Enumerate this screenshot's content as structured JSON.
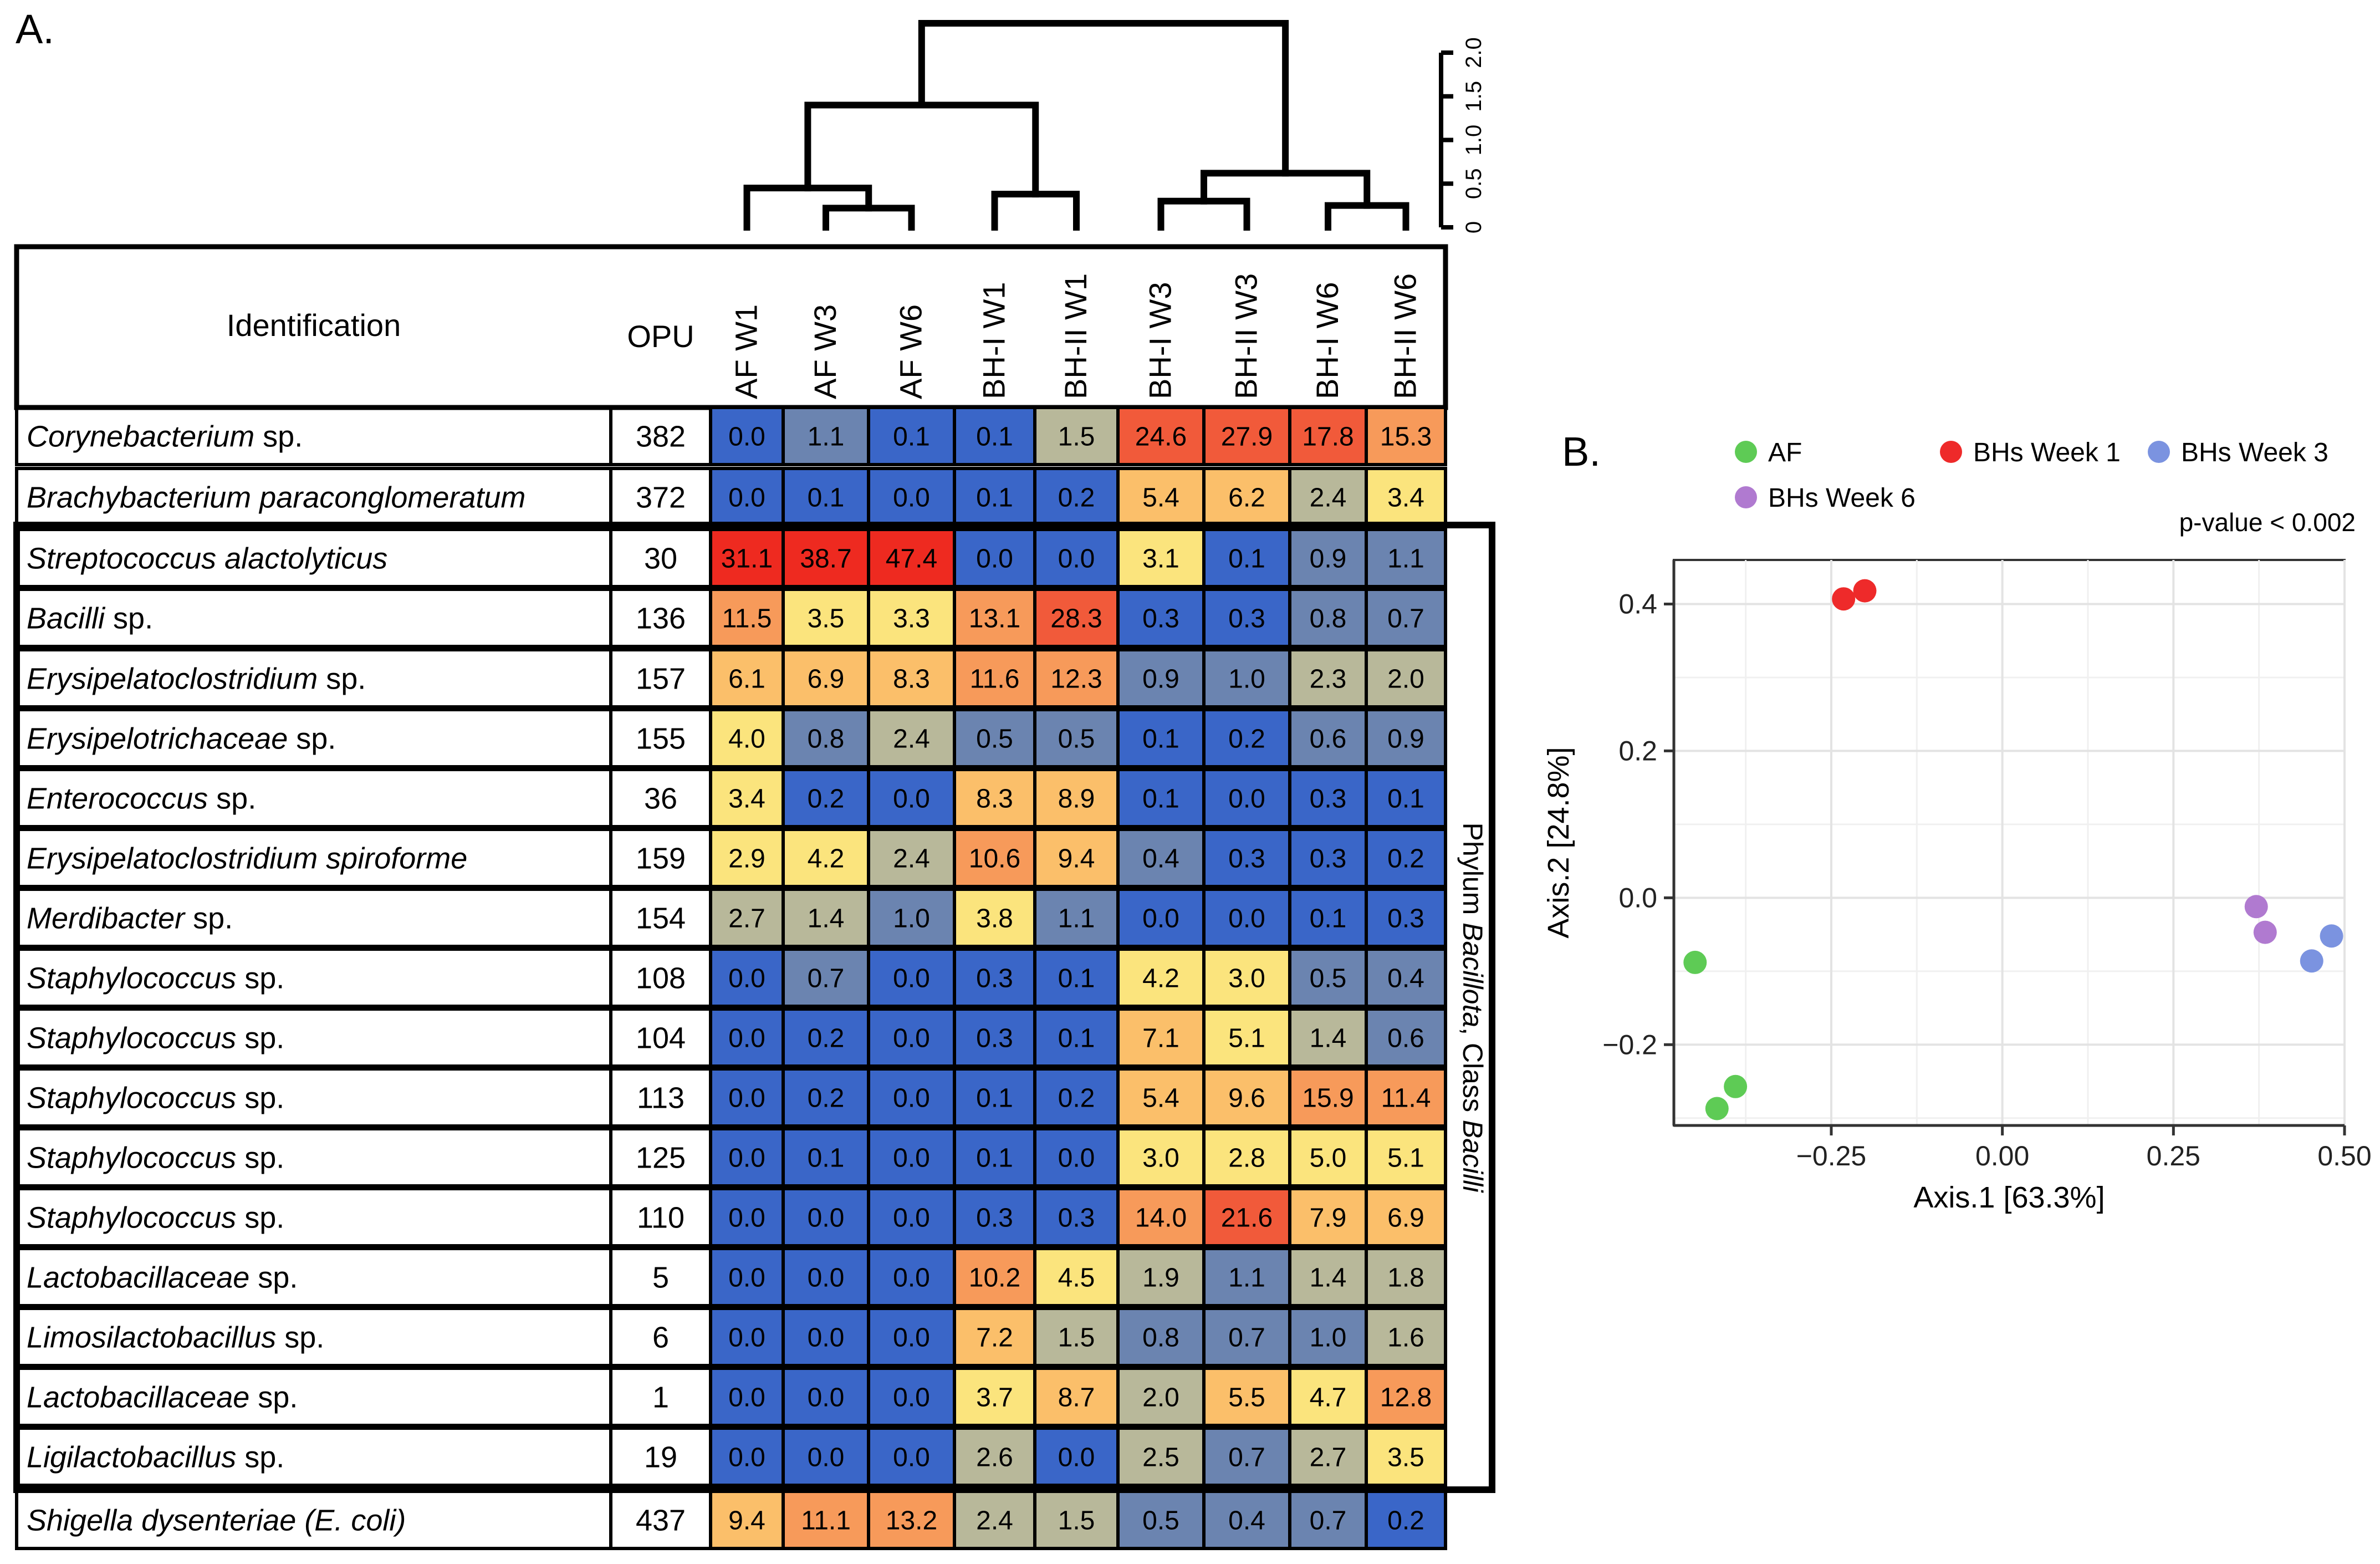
{
  "panel_a_label": "A.",
  "panel_b_label": "B.",
  "chart_data": [
    {
      "type": "heatmap",
      "table_headers": {
        "identification": "Identification",
        "opu": "OPU"
      },
      "columns": [
        "AF W1",
        "AF W3",
        "AF W6",
        "BH-I W1",
        "BH-II W1",
        "BH-I W3",
        "BH-II W3",
        "BH-I W6",
        "BH-II W6"
      ],
      "dendrogram_axis": {
        "ticks": [
          "0",
          "0.5",
          "1.0",
          "1.5",
          "2.0"
        ],
        "range": [
          0,
          2.0
        ]
      },
      "dendrogram_merges": [
        {
          "left": "AF W3",
          "right": "AF W6",
          "height": 0.22
        },
        {
          "left": "AF W1",
          "right": "AF W3+AF W6",
          "height": 0.45
        },
        {
          "left": "BH-I W1",
          "right": "BH-II W1",
          "height": 0.38
        },
        {
          "left": "AF cluster",
          "right": "BH W1 cluster",
          "height": 1.4
        },
        {
          "left": "BH-I W3",
          "right": "BH-II W3",
          "height": 0.3
        },
        {
          "left": "BH-I W6",
          "right": "BH-II W6",
          "height": 0.25
        },
        {
          "left": "W3 cluster",
          "right": "W6 cluster",
          "height": 0.62
        },
        {
          "left": "AF+W1 cluster",
          "right": "W3+W6 cluster",
          "height": 2.45
        }
      ],
      "rows": [
        {
          "name": "Corynebacterium",
          "suffix": " sp.",
          "opu": "382",
          "values": [
            "0.0",
            "1.1",
            "0.1",
            "0.1",
            "1.5",
            "24.6",
            "27.9",
            "17.8",
            "15.3"
          ]
        },
        {
          "name": "Brachybacterium paraconglomeratum",
          "suffix": "",
          "opu": "372",
          "values": [
            "0.0",
            "0.1",
            "0.0",
            "0.1",
            "0.2",
            "5.4",
            "6.2",
            "2.4",
            "3.4"
          ]
        },
        {
          "name": "Streptococcus alactolyticus",
          "suffix": "",
          "opu": "30",
          "values": [
            "31.1",
            "38.7",
            "47.4",
            "0.0",
            "0.0",
            "3.1",
            "0.1",
            "0.9",
            "1.1"
          ]
        },
        {
          "name": "Bacilli",
          "suffix": " sp.",
          "opu": "136",
          "values": [
            "11.5",
            "3.5",
            "3.3",
            "13.1",
            "28.3",
            "0.3",
            "0.3",
            "0.8",
            "0.7"
          ]
        },
        {
          "name": "Erysipelatoclostridium",
          "suffix": " sp.",
          "opu": "157",
          "values": [
            "6.1",
            "6.9",
            "8.3",
            "11.6",
            "12.3",
            "0.9",
            "1.0",
            "2.3",
            "2.0"
          ]
        },
        {
          "name": "Erysipelotrichaceae",
          "suffix": " sp.",
          "opu": "155",
          "values": [
            "4.0",
            "0.8",
            "2.4",
            "0.5",
            "0.5",
            "0.1",
            "0.2",
            "0.6",
            "0.9"
          ]
        },
        {
          "name": "Enterococcus",
          "suffix": " sp.",
          "opu": "36",
          "values": [
            "3.4",
            "0.2",
            "0.0",
            "8.3",
            "8.9",
            "0.1",
            "0.0",
            "0.3",
            "0.1"
          ]
        },
        {
          "name": "Erysipelatoclostridium spiroforme",
          "suffix": "",
          "opu": "159",
          "values": [
            "2.9",
            "4.2",
            "2.4",
            "10.6",
            "9.4",
            "0.4",
            "0.3",
            "0.3",
            "0.2"
          ]
        },
        {
          "name": "Merdibacter",
          "suffix": " sp.",
          "opu": "154",
          "values": [
            "2.7",
            "1.4",
            "1.0",
            "3.8",
            "1.1",
            "0.0",
            "0.0",
            "0.1",
            "0.3"
          ]
        },
        {
          "name": "Staphylococcus",
          "suffix": " sp.",
          "opu": "108",
          "values": [
            "0.0",
            "0.7",
            "0.0",
            "0.3",
            "0.1",
            "4.2",
            "3.0",
            "0.5",
            "0.4"
          ]
        },
        {
          "name": "Staphylococcus",
          "suffix": " sp.",
          "opu": "104",
          "values": [
            "0.0",
            "0.2",
            "0.0",
            "0.3",
            "0.1",
            "7.1",
            "5.1",
            "1.4",
            "0.6"
          ]
        },
        {
          "name": "Staphylococcus",
          "suffix": " sp.",
          "opu": "113",
          "values": [
            "0.0",
            "0.2",
            "0.0",
            "0.1",
            "0.2",
            "5.4",
            "9.6",
            "15.9",
            "11.4"
          ]
        },
        {
          "name": "Staphylococcus",
          "suffix": " sp.",
          "opu": "125",
          "values": [
            "0.0",
            "0.1",
            "0.0",
            "0.1",
            "0.0",
            "3.0",
            "2.8",
            "5.0",
            "5.1"
          ]
        },
        {
          "name": "Staphylococcus",
          "suffix": " sp.",
          "opu": "110",
          "values": [
            "0.0",
            "0.0",
            "0.0",
            "0.3",
            "0.3",
            "14.0",
            "21.6",
            "7.9",
            "6.9"
          ]
        },
        {
          "name": "Lactobacillaceae",
          "suffix": " sp.",
          "opu": "5",
          "values": [
            "0.0",
            "0.0",
            "0.0",
            "10.2",
            "4.5",
            "1.9",
            "1.1",
            "1.4",
            "1.8"
          ]
        },
        {
          "name": "Limosilactobacillus",
          "suffix": " sp.",
          "opu": "6",
          "values": [
            "0.0",
            "0.0",
            "0.0",
            "7.2",
            "1.5",
            "0.8",
            "0.7",
            "1.0",
            "1.6"
          ]
        },
        {
          "name": "Lactobacillaceae",
          "suffix": " sp.",
          "opu": "1",
          "values": [
            "0.0",
            "0.0",
            "0.0",
            "3.7",
            "8.7",
            "2.0",
            "5.5",
            "4.7",
            "12.8"
          ]
        },
        {
          "name": "Ligilactobacillus",
          "suffix": " sp.",
          "opu": "19",
          "values": [
            "0.0",
            "0.0",
            "0.0",
            "2.6",
            "0.0",
            "2.5",
            "0.7",
            "2.7",
            "3.5"
          ]
        },
        {
          "name": "Shigella dysenteriae (E. coli)",
          "suffix": "",
          "opu": "437",
          "values": [
            "9.4",
            "11.1",
            "13.2",
            "2.4",
            "1.5",
            "0.5",
            "0.4",
            "0.7",
            "0.2"
          ]
        }
      ],
      "bracket_label_parts": [
        "Phylum ",
        "Bacillota",
        ", Class ",
        "Bacilli"
      ],
      "bracket_rows": [
        2,
        17
      ],
      "color_scale": [
        "#3a66c8",
        "#6b84b0",
        "#b8b89a",
        "#fbe47d",
        "#fbbf6a",
        "#f79a5a",
        "#f15a3a",
        "#ee2a20"
      ]
    },
    {
      "type": "scatter",
      "legend": [
        {
          "label": "AF",
          "color": "#5ecb55"
        },
        {
          "label": "BHs Week 1",
          "color": "#ee2a2a"
        },
        {
          "label": "BHs Week 3",
          "color": "#7b93e0"
        },
        {
          "label": "BHs Week 6",
          "color": "#b07ad0"
        }
      ],
      "annotation": "p-value < 0.002",
      "xlabel": "Axis.1   [63.3%]",
      "ylabel": "Axis.2   [24.8%]",
      "xlim": [
        -0.48,
        0.5
      ],
      "ylim": [
        -0.31,
        0.46
      ],
      "x_ticks": [
        -0.25,
        0.0,
        0.25,
        0.5
      ],
      "x_tick_labels": [
        "−0.25",
        "0.00",
        "0.25",
        "0.50"
      ],
      "y_ticks": [
        -0.2,
        0.0,
        0.2,
        0.4
      ],
      "y_tick_labels": [
        "−0.2",
        "0.0",
        "0.2",
        "0.4"
      ],
      "grid": true,
      "series": [
        {
          "name": "AF",
          "points": [
            [
              -0.449,
              -0.088
            ],
            [
              -0.39,
              -0.257
            ],
            [
              -0.417,
              -0.287
            ]
          ]
        },
        {
          "name": "BHs Week 1",
          "points": [
            [
              -0.201,
              0.418
            ],
            [
              -0.232,
              0.407
            ]
          ]
        },
        {
          "name": "BHs Week 3",
          "points": [
            [
              0.481,
              -0.052
            ],
            [
              0.452,
              -0.086
            ]
          ]
        },
        {
          "name": "BHs Week 6",
          "points": [
            [
              0.371,
              -0.012
            ],
            [
              0.384,
              -0.047
            ]
          ]
        }
      ]
    }
  ]
}
